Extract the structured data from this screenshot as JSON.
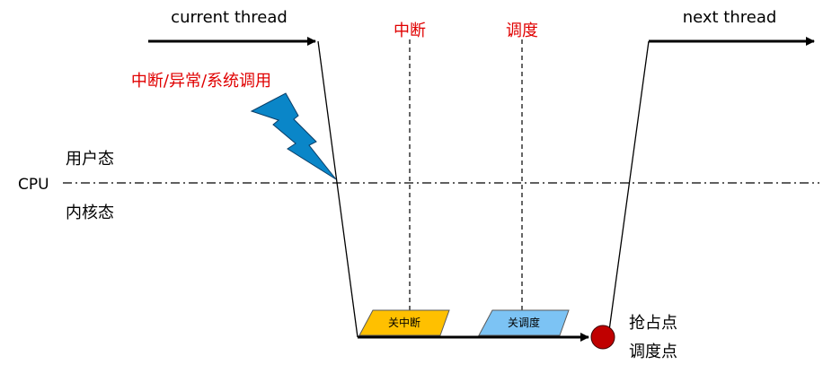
{
  "labels": {
    "current_thread": "current thread",
    "next_thread": "next thread",
    "interrupt_top": "中断",
    "schedule_top": "调度",
    "trigger": "中断/异常/系统调用",
    "user_mode": "用户态",
    "cpu": "CPU",
    "kernel_mode": "内核态",
    "disable_interrupt": "关中断",
    "disable_schedule": "关调度",
    "preempt_point": "抢占点",
    "schedule_point": "调度点"
  },
  "colors": {
    "interrupt_box": "#ffc000",
    "schedule_box": "#7cc3f4",
    "point": "#c00000",
    "lightning": "#0a86c8",
    "accent_text": "#e00000"
  },
  "icons": {
    "trigger": "lightning-bolt-icon",
    "point": "red-dot-icon"
  }
}
